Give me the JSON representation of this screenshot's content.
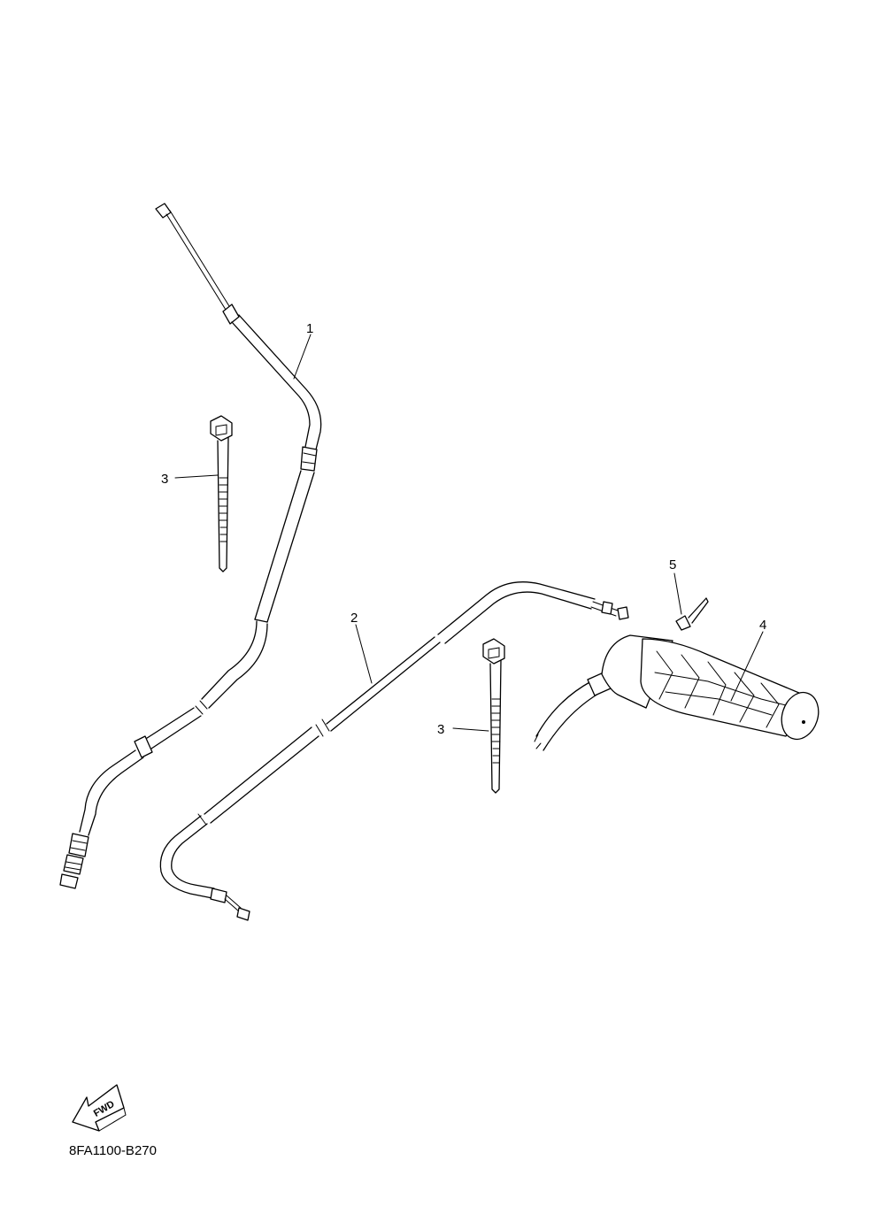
{
  "callouts": [
    {
      "id": "1",
      "text": "1"
    },
    {
      "id": "2",
      "text": "2"
    },
    {
      "id": "3a",
      "text": "3"
    },
    {
      "id": "3b",
      "text": "3"
    },
    {
      "id": "4",
      "text": "4"
    },
    {
      "id": "5",
      "text": "5"
    }
  ],
  "fwd_label": "FWD",
  "diagram_code": "8FA1100-B270"
}
